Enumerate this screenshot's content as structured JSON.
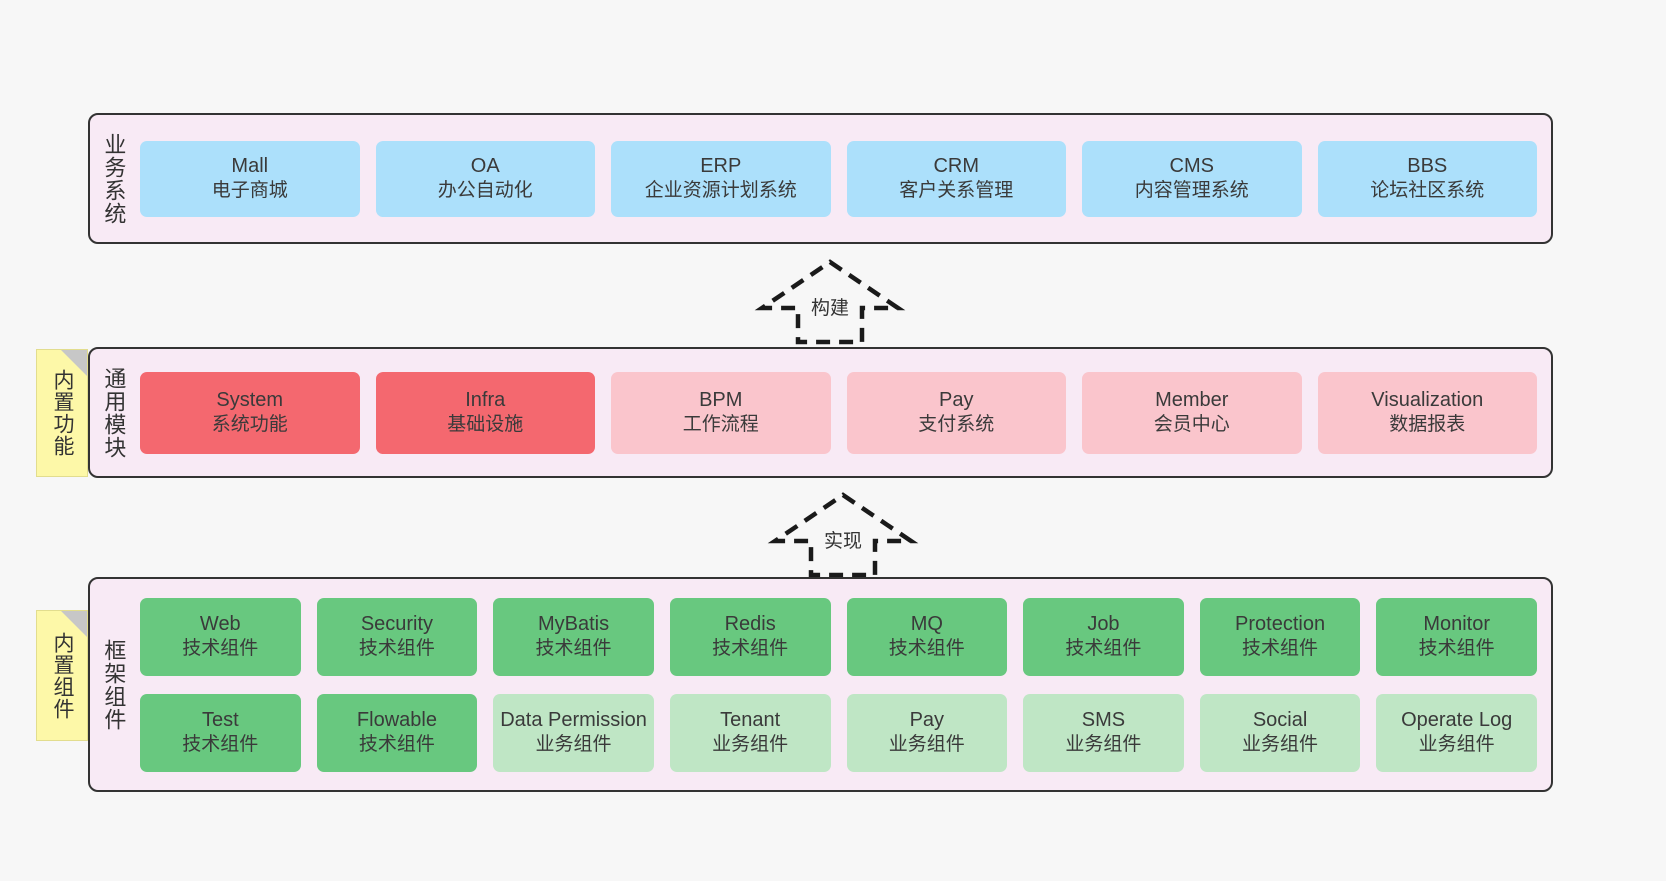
{
  "diagram": {
    "title": "",
    "colors": {
      "canvas": "#f7f7f7",
      "panel": "#f8eaf5",
      "panel_border": "#333333",
      "business": "#ace0fb",
      "module_active": "#f4686f",
      "module_plain": "#fac5cc",
      "tech_component": "#68c87f",
      "biz_component": "#bfe6c5",
      "sticky": "#fdf8a8"
    }
  },
  "layers": {
    "business": {
      "label": "业务系统",
      "items": [
        {
          "en": "Mall",
          "cn": "电子商城"
        },
        {
          "en": "OA",
          "cn": "办公自动化"
        },
        {
          "en": "ERP",
          "cn": "企业资源计划系统"
        },
        {
          "en": "CRM",
          "cn": "客户关系管理"
        },
        {
          "en": "CMS",
          "cn": "内容管理系统"
        },
        {
          "en": "BBS",
          "cn": "论坛社区系统"
        }
      ]
    },
    "modules": {
      "label": "通用模块",
      "items": [
        {
          "en": "System",
          "cn": "系统功能",
          "style": "c-red"
        },
        {
          "en": "Infra",
          "cn": "基础设施",
          "style": "c-red"
        },
        {
          "en": "BPM",
          "cn": "工作流程",
          "style": "c-pink"
        },
        {
          "en": "Pay",
          "cn": "支付系统",
          "style": "c-pink"
        },
        {
          "en": "Member",
          "cn": "会员中心",
          "style": "c-pink"
        },
        {
          "en": "Visualization",
          "cn": "数据报表",
          "style": "c-pink"
        }
      ]
    },
    "framework": {
      "label": "框架组件",
      "row1": [
        {
          "en": "Web",
          "cn": "技术组件",
          "style": "c-green"
        },
        {
          "en": "Security",
          "cn": "技术组件",
          "style": "c-green"
        },
        {
          "en": "MyBatis",
          "cn": "技术组件",
          "style": "c-green"
        },
        {
          "en": "Redis",
          "cn": "技术组件",
          "style": "c-green"
        },
        {
          "en": "MQ",
          "cn": "技术组件",
          "style": "c-green"
        },
        {
          "en": "Job",
          "cn": "技术组件",
          "style": "c-green"
        },
        {
          "en": "Protection",
          "cn": "技术组件",
          "style": "c-green"
        },
        {
          "en": "Monitor",
          "cn": "技术组件",
          "style": "c-green"
        }
      ],
      "row2": [
        {
          "en": "Test",
          "cn": "技术组件",
          "style": "c-green"
        },
        {
          "en": "Flowable",
          "cn": "技术组件",
          "style": "c-green"
        },
        {
          "en": "Data Permission",
          "cn": "业务组件",
          "style": "c-lgreen"
        },
        {
          "en": "Tenant",
          "cn": "业务组件",
          "style": "c-lgreen"
        },
        {
          "en": "Pay",
          "cn": "业务组件",
          "style": "c-lgreen"
        },
        {
          "en": "SMS",
          "cn": "业务组件",
          "style": "c-lgreen"
        },
        {
          "en": "Social",
          "cn": "业务组件",
          "style": "c-lgreen"
        },
        {
          "en": "Operate Log",
          "cn": "业务组件",
          "style": "c-lgreen"
        }
      ]
    }
  },
  "stickies": {
    "builtin_function": "内置功能",
    "builtin_component": "内置组件"
  },
  "arrows": {
    "build": "构建",
    "implement": "实现"
  }
}
